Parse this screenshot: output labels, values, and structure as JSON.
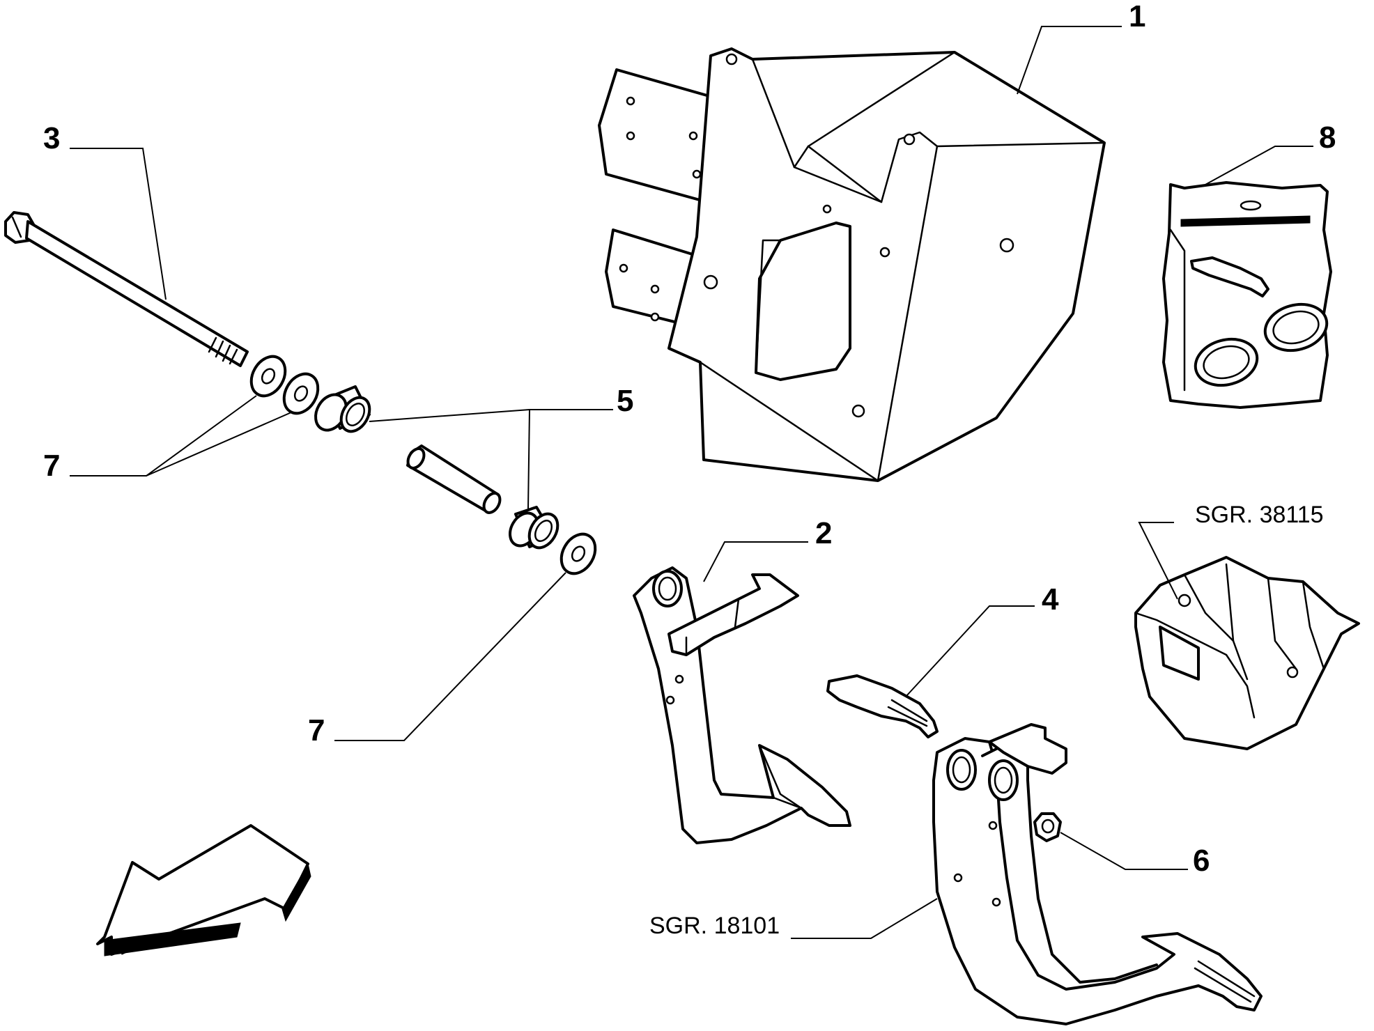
{
  "callouts": {
    "c1": "1",
    "c2": "2",
    "c3": "3",
    "c4": "4",
    "c5": "5",
    "c6": "6",
    "c7a": "7",
    "c7b": "7",
    "c8": "8"
  },
  "references": {
    "sgr_38115": "SGR. 38115",
    "sgr_18101": "SGR. 18101"
  },
  "icons": {
    "direction_arrow": "direction-arrow-icon"
  },
  "colors": {
    "line": "#000000",
    "background": "#ffffff"
  }
}
